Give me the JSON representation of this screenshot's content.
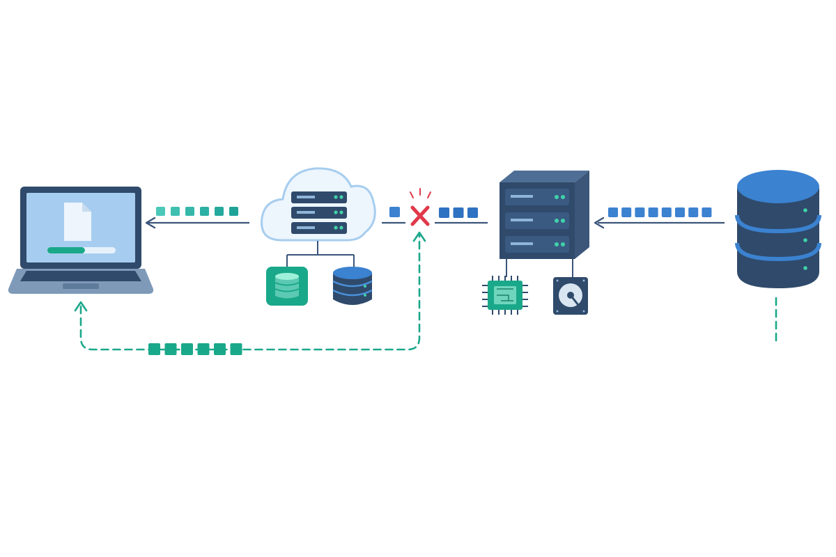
{
  "nodes": [
    {
      "id": "laptop-client",
      "icon": "laptop-icon",
      "detail": [
        "document-icon",
        "download-progress-bar"
      ],
      "progress": 0.55
    },
    {
      "id": "cloud-server",
      "icon": "cloud-server-icon",
      "children": [
        "database-icon",
        "database-stack-icon"
      ]
    },
    {
      "id": "origin-server",
      "icon": "server-tower-icon",
      "children": [
        "cpu-chip-icon",
        "hard-drive-icon"
      ]
    },
    {
      "id": "primary-database",
      "icon": "database-icon"
    }
  ],
  "links": [
    {
      "from": "primary-database",
      "to": "origin-server",
      "style": "solid",
      "packets": 8
    },
    {
      "from": "origin-server",
      "to": "cloud-server",
      "style": "solid",
      "packets": 4,
      "status": "failed"
    },
    {
      "from": "cloud-server",
      "to": "laptop-client",
      "style": "solid",
      "packets": 6
    },
    {
      "from": "failure-point",
      "to": "laptop-client",
      "style": "dashed",
      "packets": 6
    }
  ],
  "colors": {
    "navy": "#2f4a6b",
    "blue": "#3b82d0",
    "light_blue": "#a6cdef",
    "teal": "#1aa88a",
    "teal_light": "#5cc9b3",
    "red": "#e0394b",
    "line": "#3a557a"
  }
}
